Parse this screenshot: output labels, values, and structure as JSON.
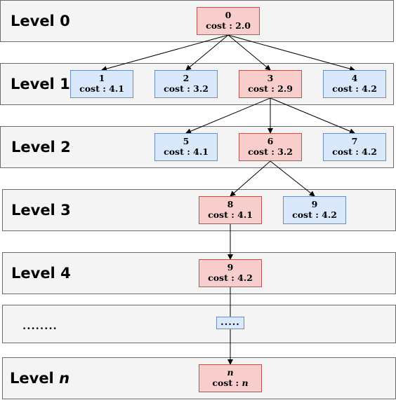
{
  "levels": [
    {
      "prefix": "Level",
      "num": "0"
    },
    {
      "prefix": "Level",
      "num": "1"
    },
    {
      "prefix": "Level",
      "num": "2"
    },
    {
      "prefix": "Level",
      "num": "3"
    },
    {
      "prefix": "Level",
      "num": "4"
    },
    {
      "ellipsis": "........"
    },
    {
      "prefix": "Level",
      "num": "n"
    }
  ],
  "nodes": {
    "n0": {
      "id": "0",
      "cost_prefix": "cost : ",
      "cost": "2.0",
      "state": "selected"
    },
    "n1": {
      "id": "1",
      "cost_prefix": "cost : ",
      "cost": "4.1",
      "state": "candidate"
    },
    "n2": {
      "id": "2",
      "cost_prefix": "cost : ",
      "cost": "3.2",
      "state": "candidate"
    },
    "n3": {
      "id": "3",
      "cost_prefix": "cost : ",
      "cost": "2.9",
      "state": "selected"
    },
    "n4": {
      "id": "4",
      "cost_prefix": "cost : ",
      "cost": "4.2",
      "state": "candidate"
    },
    "n5": {
      "id": "5",
      "cost_prefix": "cost : ",
      "cost": "4.1",
      "state": "candidate"
    },
    "n6": {
      "id": "6",
      "cost_prefix": "cost : ",
      "cost": "3.2",
      "state": "selected"
    },
    "n7": {
      "id": "7",
      "cost_prefix": "cost : ",
      "cost": "4.2",
      "state": "candidate"
    },
    "n8": {
      "id": "8",
      "cost_prefix": "cost : ",
      "cost": "4.1",
      "state": "selected"
    },
    "n9a": {
      "id": "9",
      "cost_prefix": "cost : ",
      "cost": "4.2",
      "state": "candidate"
    },
    "n9b": {
      "id": "9",
      "cost_prefix": "cost : ",
      "cost": "4.2",
      "state": "selected"
    },
    "nn": {
      "id": "n",
      "cost_prefix": "cost : ",
      "cost": "n",
      "state": "selected"
    },
    "ell": {
      "label": "....."
    }
  },
  "edges": [
    [
      "n0",
      "n1"
    ],
    [
      "n0",
      "n2"
    ],
    [
      "n0",
      "n3"
    ],
    [
      "n0",
      "n4"
    ],
    [
      "n3",
      "n5"
    ],
    [
      "n3",
      "n6"
    ],
    [
      "n3",
      "n7"
    ],
    [
      "n6",
      "n8"
    ],
    [
      "n6",
      "n9a"
    ],
    [
      "n8",
      "n9b"
    ],
    [
      "n9b",
      "nn"
    ]
  ],
  "colors": {
    "selected_fill": "#f8cecc",
    "selected_border": "#b85450",
    "candidate_fill": "#dae8fc",
    "candidate_border": "#6c8ebf",
    "band_fill": "#f4f4f4",
    "edge": "#000000"
  }
}
